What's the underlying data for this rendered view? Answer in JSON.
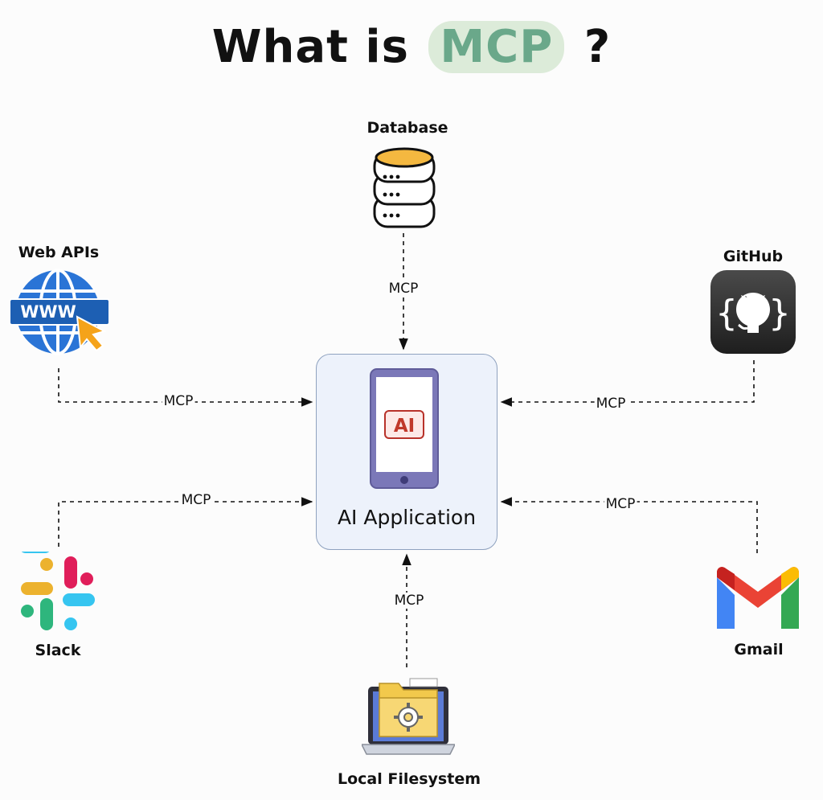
{
  "title": {
    "prefix": "What is",
    "highlight": "MCP",
    "suffix": "?"
  },
  "center": {
    "label": "AI Application",
    "badge": "AI"
  },
  "nodes": {
    "database": "Database",
    "web_apis": "Web APIs",
    "github": "GitHub",
    "slack": "Slack",
    "gmail": "Gmail",
    "filesystem": "Local Filesystem"
  },
  "connection_label": "MCP",
  "icons": [
    "database-icon",
    "globe-www-icon",
    "github-icon",
    "slack-icon",
    "gmail-icon",
    "folder-laptop-icon",
    "phone-icon"
  ],
  "colors": {
    "highlight_bg": "#dcebd9",
    "highlight_text": "#6aa88a",
    "box_bg": "#edf2fb",
    "phone": "#7b78b8"
  }
}
